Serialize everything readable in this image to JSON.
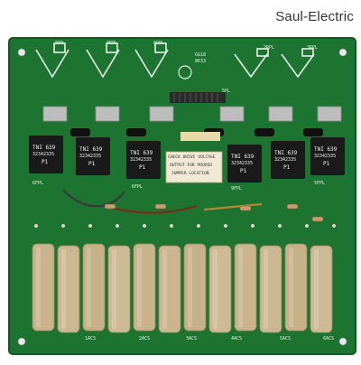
{
  "watermark": "Saul-Electric",
  "board": {
    "top_labels": [
      "2RPL",
      "3RPL",
      "6RPL",
      "2RPL",
      "3RPL"
    ],
    "ref": [
      "GG18",
      "8633"
    ],
    "scr_labels": [
      "TNI 639",
      "TNI 639",
      "TNI 639",
      "TNI 639",
      "TNI 639",
      "TNI 639"
    ],
    "scr_part": [
      "32342335",
      "32342335",
      "32342335",
      "32342335",
      "32342335",
      "32342335"
    ],
    "scr_pin": [
      "P1",
      "P1",
      "P1",
      "P1",
      "P1",
      "P1"
    ],
    "notice": [
      "CHECK DRIVE VOLTAGE",
      "OUTPUT FOR PROPER",
      "JUMPER LOCATION"
    ],
    "mid_labels": [
      "6FPL",
      "6FPL",
      "5PL",
      "9FPL",
      "5FPL"
    ],
    "bottom_labels": [
      "1ACS",
      "2ACS",
      "3ACS",
      "4ACS",
      "5ACS",
      "6ACS"
    ],
    "colors": {
      "pcb": "#1f7a34",
      "pcb_dark": "#145a25",
      "cap": "#c9b48d",
      "scr": "#1a1a1a",
      "notice_bg": "#f1e9d6"
    }
  }
}
